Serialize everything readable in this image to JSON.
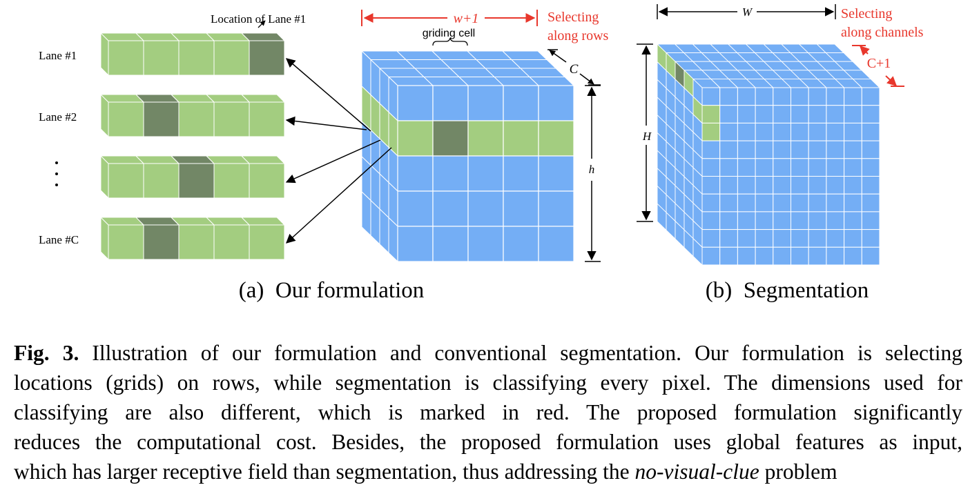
{
  "figure": {
    "left_panel": {
      "location_label": "Location of Lane #1",
      "lane_labels": [
        "Lane #1",
        "Lane #2",
        "Lane #C"
      ],
      "ellipsis": "⋮",
      "width_label": "w+1",
      "griding_cell_label": "griding cell",
      "selecting_rows_line1": "Selecting",
      "selecting_rows_line2": "along rows",
      "channel_label": "C",
      "height_label": "h",
      "subcaption": "(a)  Our formulation"
    },
    "right_panel": {
      "width_label": "W",
      "height_label": "H",
      "channel_label": "C+1",
      "selecting_channels_line1": "Selecting",
      "selecting_channels_line2": "along channels",
      "subcaption": "(b)  Segmentation"
    },
    "colors": {
      "blue": "#74aef5",
      "green": "#a3cd80",
      "dark_green": "#728766",
      "red": "#e8372c"
    }
  },
  "caption": {
    "label": "Fig. 3.",
    "line1": "Illustration of our formulation and conventional segmentation. Our formulation is selecting",
    "line2": "locations (grids) on rows, while segmentation is classifying every pixel. The dimensions used for",
    "line3": "classifying are also different, which is marked in red. The proposed formulation significantly",
    "line4": "reduces the computational cost. Besides, the proposed formulation uses global features as input,",
    "line5_pre": "which has larger receptive field than segmentation, thus addressing the ",
    "line5_em": "no-visual-clue",
    "line5_post": " problem"
  }
}
